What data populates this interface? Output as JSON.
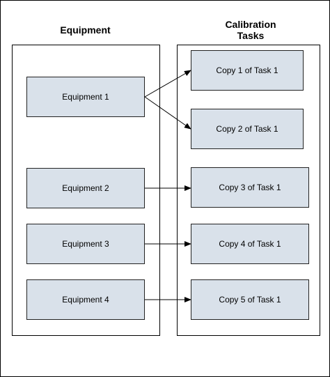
{
  "headings": {
    "equipment": "Equipment",
    "calibration_line1": "Calibration",
    "calibration_line2": "Tasks"
  },
  "equipment": [
    {
      "label": "Equipment 1"
    },
    {
      "label": "Equipment 2"
    },
    {
      "label": "Equipment 3"
    },
    {
      "label": "Equipment 4"
    }
  ],
  "tasks": [
    {
      "label": "Copy 1 of Task 1"
    },
    {
      "label": "Copy 2 of Task 1"
    },
    {
      "label": "Copy 3 of Task 1"
    },
    {
      "label": "Copy 4 of Task 1"
    },
    {
      "label": "Copy 5 of Task 1"
    }
  ],
  "links": [
    {
      "from": 0,
      "to": 0
    },
    {
      "from": 0,
      "to": 1
    },
    {
      "from": 1,
      "to": 2
    },
    {
      "from": 2,
      "to": 3
    },
    {
      "from": 3,
      "to": 4
    }
  ],
  "colors": {
    "box_fill": "#d9e1ea",
    "line": "#000000"
  }
}
